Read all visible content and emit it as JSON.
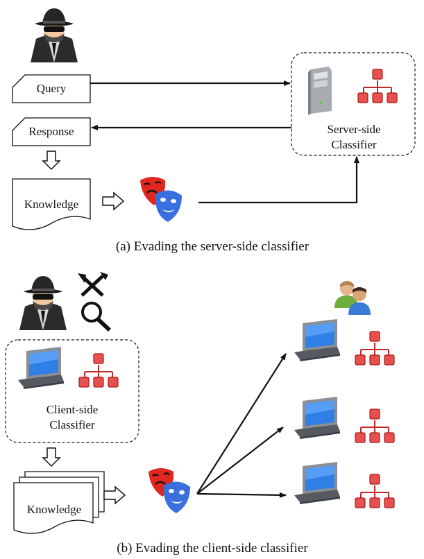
{
  "figure": {
    "a": {
      "query_label": "Query",
      "response_label": "Response",
      "knowledge_label": "Knowledge",
      "classifier_line1": "Server-side",
      "classifier_line2": "Classifier",
      "caption": "(a)   Evading the server-side classifier"
    },
    "b": {
      "classifier_line1": "Client-side",
      "classifier_line2": "Classifier",
      "knowledge_label": "Knowledge",
      "caption": "(b)   Evading the client-side classifier"
    }
  },
  "icons": {
    "attacker": "spy-icon",
    "mask": "theater-masks-icon",
    "server": "server-icon",
    "tree": "hierarchy-icon",
    "laptop": "laptop-icon",
    "tools": "tools-icon",
    "magnifier": "magnifier-icon",
    "users": "users-icon"
  },
  "colors": {
    "tree_red": "#e8504f",
    "mask_red": "#e0281e",
    "mask_blue": "#3a6fe0",
    "laptop_screen": "#2f7fe6"
  }
}
